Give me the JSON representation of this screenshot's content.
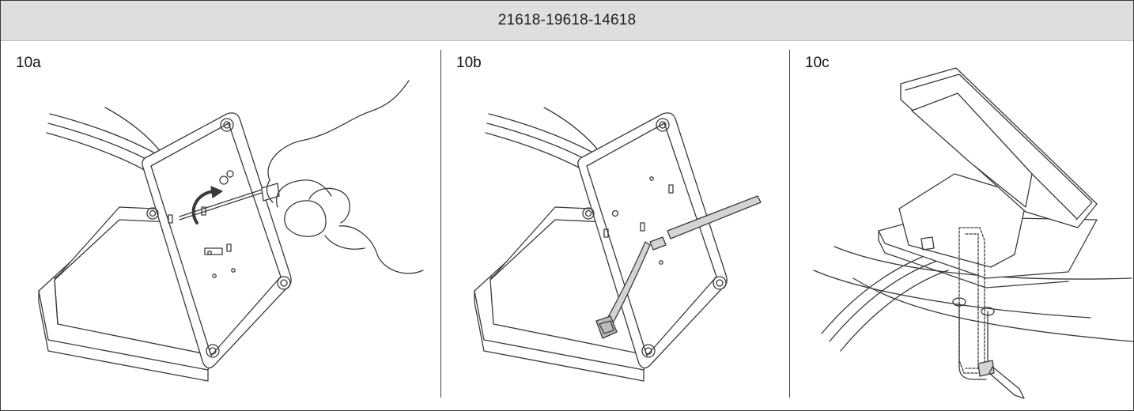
{
  "header": {
    "title": "21618-19618-14618"
  },
  "steps": [
    {
      "label": "10a"
    },
    {
      "label": "10b"
    },
    {
      "label": "10c"
    }
  ],
  "colors": {
    "header_bg": "#dedede",
    "line": "#3a3a3a",
    "tie_fill": "#d4d4d4",
    "panel_bg": "#ffffff"
  }
}
